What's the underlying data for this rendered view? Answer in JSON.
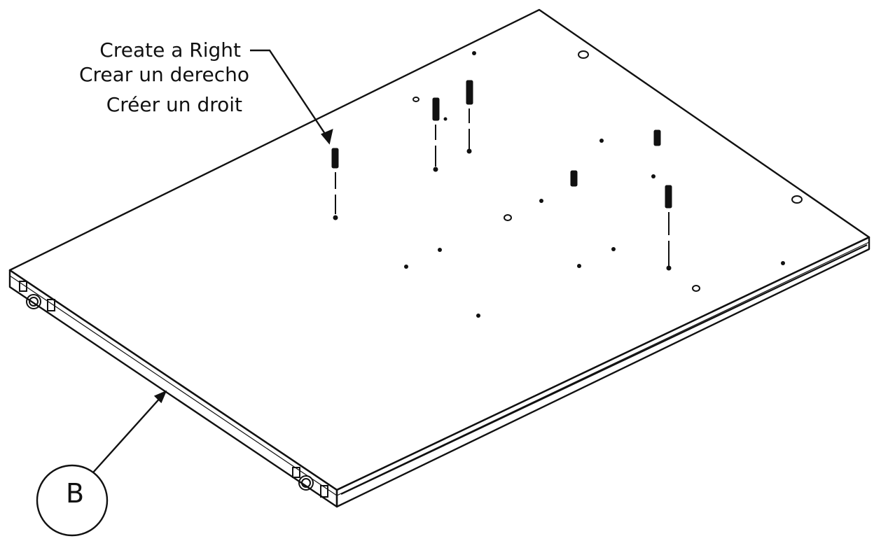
{
  "callout": {
    "line1": "Create a Right",
    "line2": "Crear un derecho",
    "line3": "Créer un droit"
  },
  "part_bubble": {
    "letter": "B"
  }
}
